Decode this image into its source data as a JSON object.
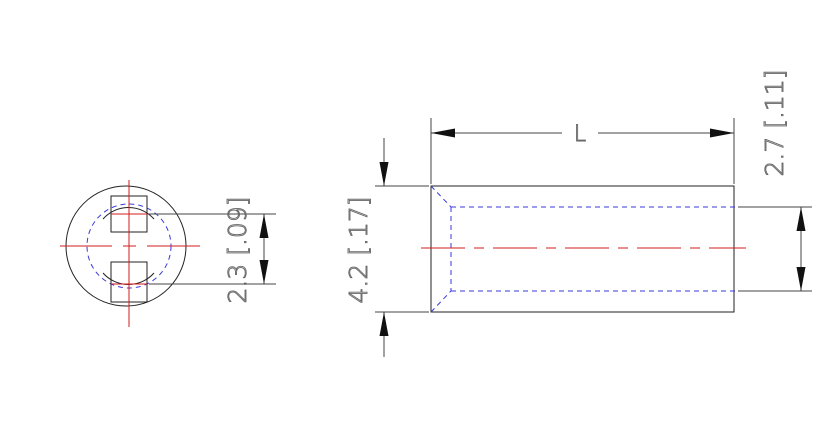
{
  "drawing": {
    "dimension_labels": {
      "length": "L",
      "outer_diameter": "4.2 [.17]",
      "pin_spacing": "2.3 [.09]",
      "inner_height": "2.7 [.11]"
    },
    "colors": {
      "object_line": "#222222",
      "hidden_line": "#3a3ad8",
      "center_line": "#d21e1e",
      "dimension_text": "#666666"
    }
  }
}
